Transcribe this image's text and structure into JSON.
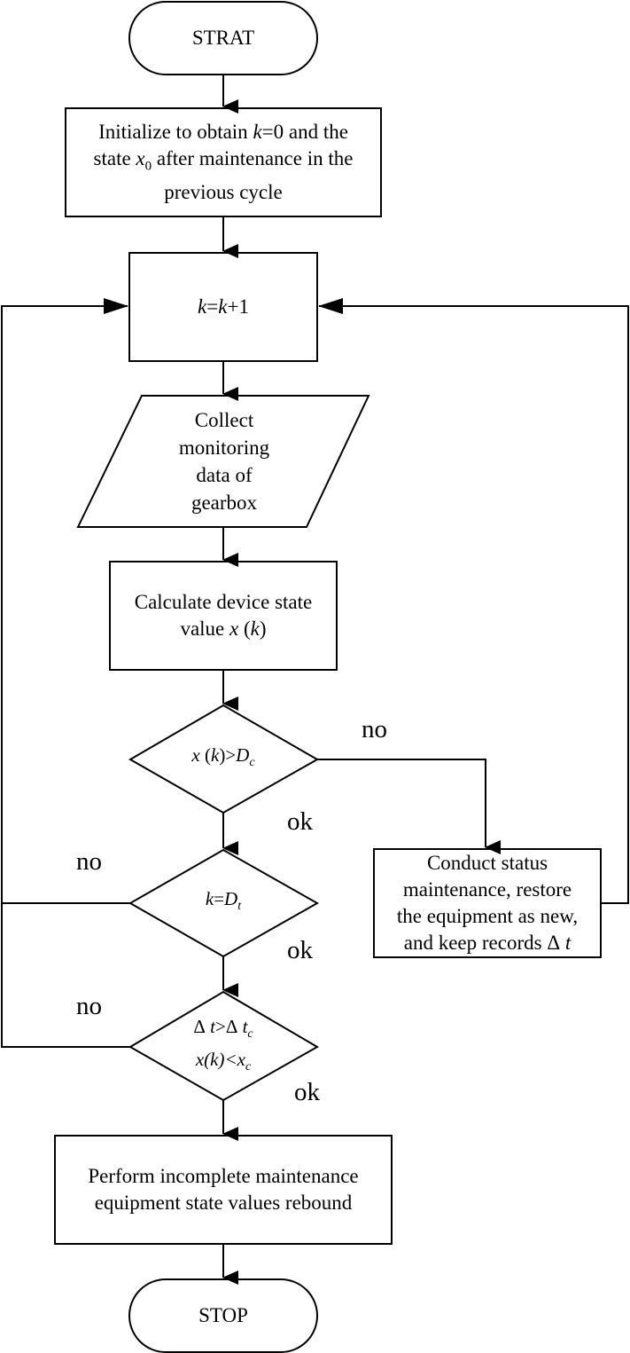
{
  "nodes": {
    "start": "STRAT",
    "init": {
      "l1_pre": "Initialize to obtain ",
      "l1_var": "k",
      "l1_post": "=0 and the",
      "l2_pre": "state ",
      "l2_var": "x",
      "l2_sub": "0",
      "l2_post": " after maintenance in the",
      "l3": "previous cycle"
    },
    "increment": {
      "var1": "k",
      "eq": "=",
      "var2": "k",
      "tail": "+1"
    },
    "collect": {
      "l1": "Collect",
      "l2": "monitoring",
      "l3": "data of",
      "l4": "gearbox"
    },
    "calculate": {
      "l1": "Calculate device state",
      "l2_pre": "value ",
      "l2_var": "x",
      "l2_mid": " (",
      "l2_var2": "k",
      "l2_end": ")"
    },
    "decision1": {
      "var": "x",
      "mid": " (",
      "var2": "k",
      "end": ")>",
      "d": "D",
      "sub": "c"
    },
    "decision2": {
      "var": "k",
      "eq": "=",
      "d": "D",
      "sub": "t"
    },
    "decision3": {
      "l1_a": "Δ",
      "l1_t": "t",
      "l1_gt": ">",
      "l1_b": "Δ",
      "l1_t2": "t",
      "l1_sub": "c",
      "l2_main": "x(k)<x",
      "l2_sub": "c"
    },
    "status_maintenance": {
      "l1": "Conduct status",
      "l2": "maintenance, restore",
      "l3": "the equipment as new,",
      "l4_pre": "and keep records ",
      "l4_sym": "Δ",
      "l4_var": "t"
    },
    "incomplete": {
      "l1": "Perform incomplete maintenance",
      "l2": "equipment state values rebound"
    },
    "stop": "STOP"
  },
  "labels": {
    "d1_no": "no",
    "d1_ok": "ok",
    "d2_no": "no",
    "d2_ok": "ok",
    "d3_no": "no",
    "d3_ok": "ok"
  },
  "colors": {
    "stroke": "#000000",
    "background": "#ffffff"
  }
}
